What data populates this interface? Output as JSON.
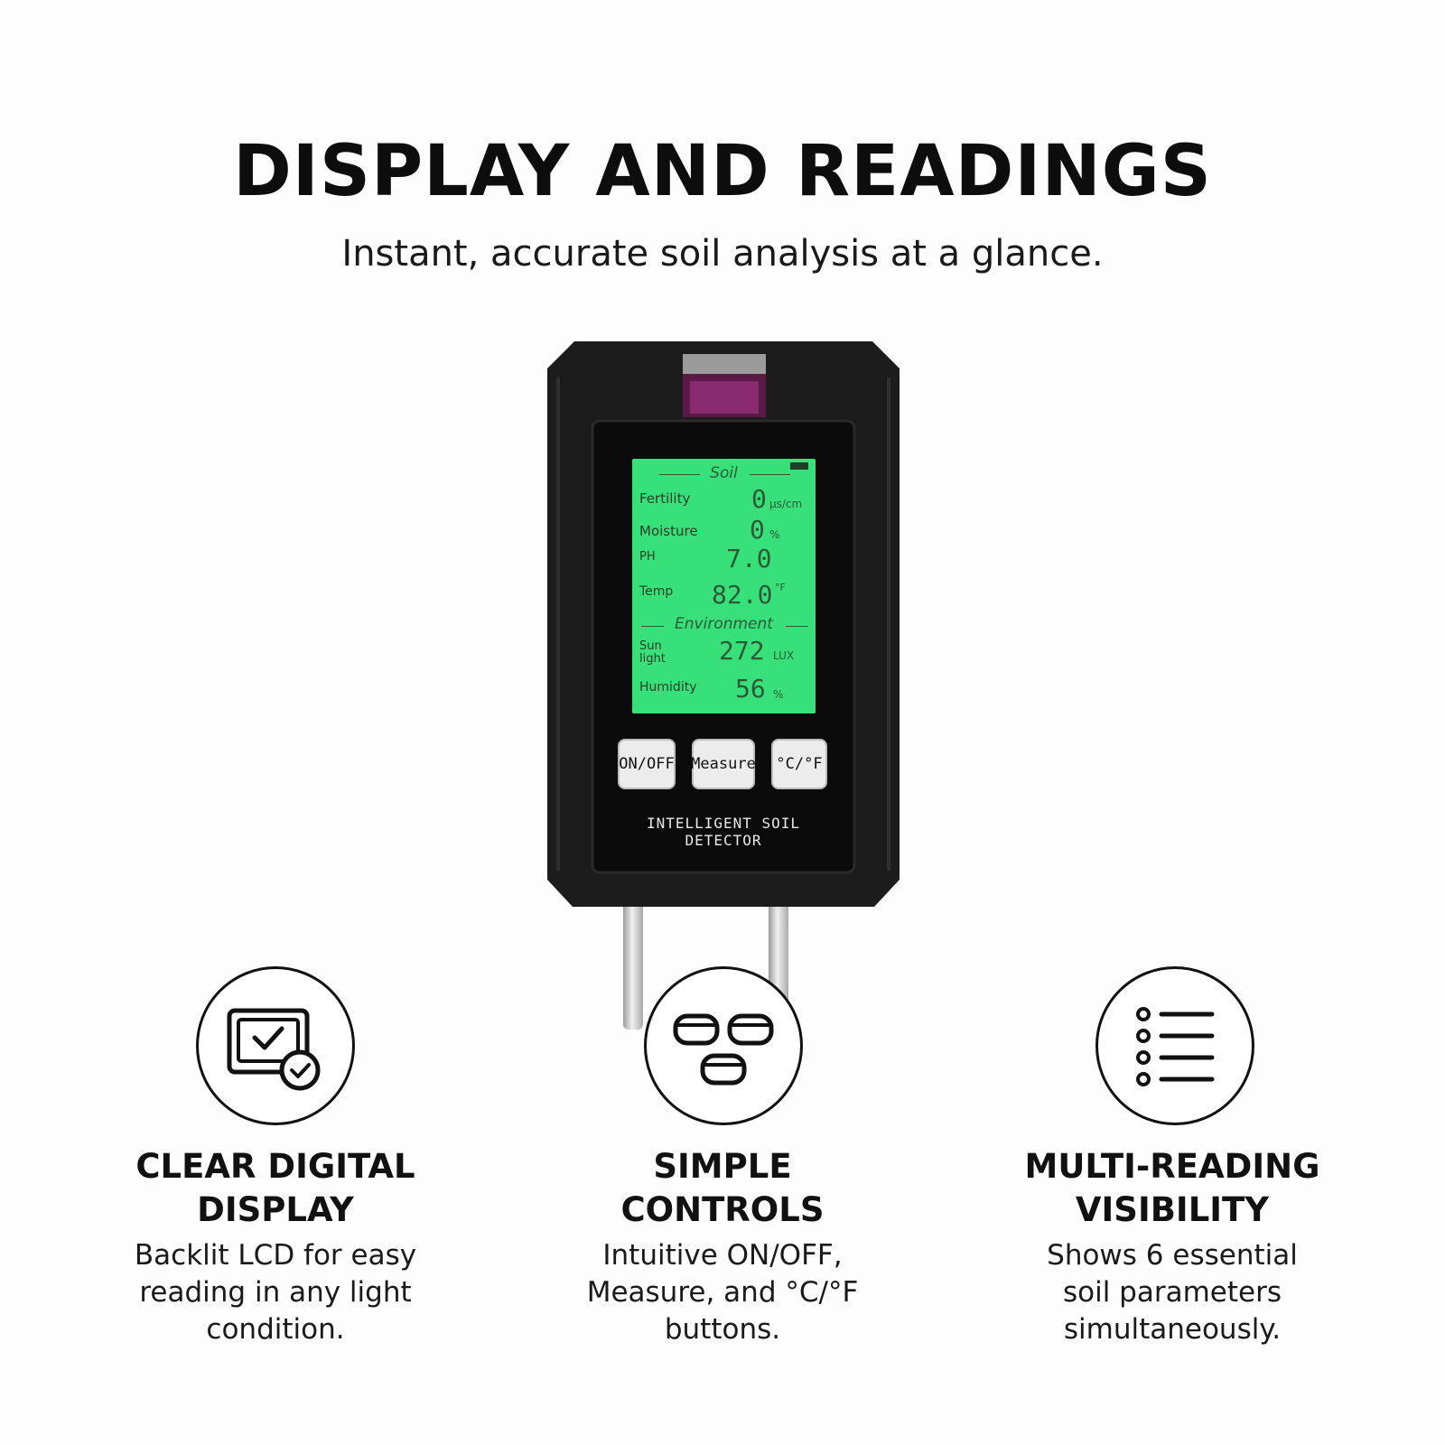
{
  "header": {
    "title": "DISPLAY AND READINGS",
    "subtitle": "Instant, accurate soil analysis at a glance."
  },
  "device": {
    "lcd": {
      "section_soil": "Soil",
      "section_environment": "Environment",
      "rows": [
        {
          "label": "Fertility",
          "value": "0",
          "unit": "μs/cm"
        },
        {
          "label": "Moisture",
          "value": "0",
          "unit": "%"
        },
        {
          "label": "PH",
          "value": "7.0",
          "unit": ""
        },
        {
          "label": "Temp",
          "value": "82.0",
          "unit": "°F"
        },
        {
          "label": "Sun light",
          "value": "272",
          "unit": "LUX"
        },
        {
          "label": "Humidity",
          "value": "56",
          "unit": "%"
        }
      ]
    },
    "buttons": {
      "on_off": "ON/OFF",
      "measure": "Measure",
      "unit_toggle": "°C/°F"
    },
    "brand_label": "INTELLIGENT SOIL DETECTOR",
    "colors": {
      "lcd_backlight": "#38e07a",
      "body": "#1c1c1c",
      "sensor_window": "#7a1f5e"
    }
  },
  "features": [
    {
      "icon": "display-check-icon",
      "title_line1": "CLEAR DIGITAL",
      "title_line2": "DISPLAY",
      "desc_line1": "Backlit LCD for easy",
      "desc_line2": "reading in any light",
      "desc_line3": "condition."
    },
    {
      "icon": "buttons-icon",
      "title_line1": "SIMPLE",
      "title_line2": "CONTROLS",
      "desc_line1": "Intuitive ON/OFF,",
      "desc_line2": "Measure, and °C/°F",
      "desc_line3": "buttons."
    },
    {
      "icon": "list-icon",
      "title_line1": "MULTI-READING",
      "title_line2": "VISIBILITY",
      "desc_line1": "Shows 6 essential",
      "desc_line2": "soil parameters",
      "desc_line3": "simultaneously."
    }
  ]
}
